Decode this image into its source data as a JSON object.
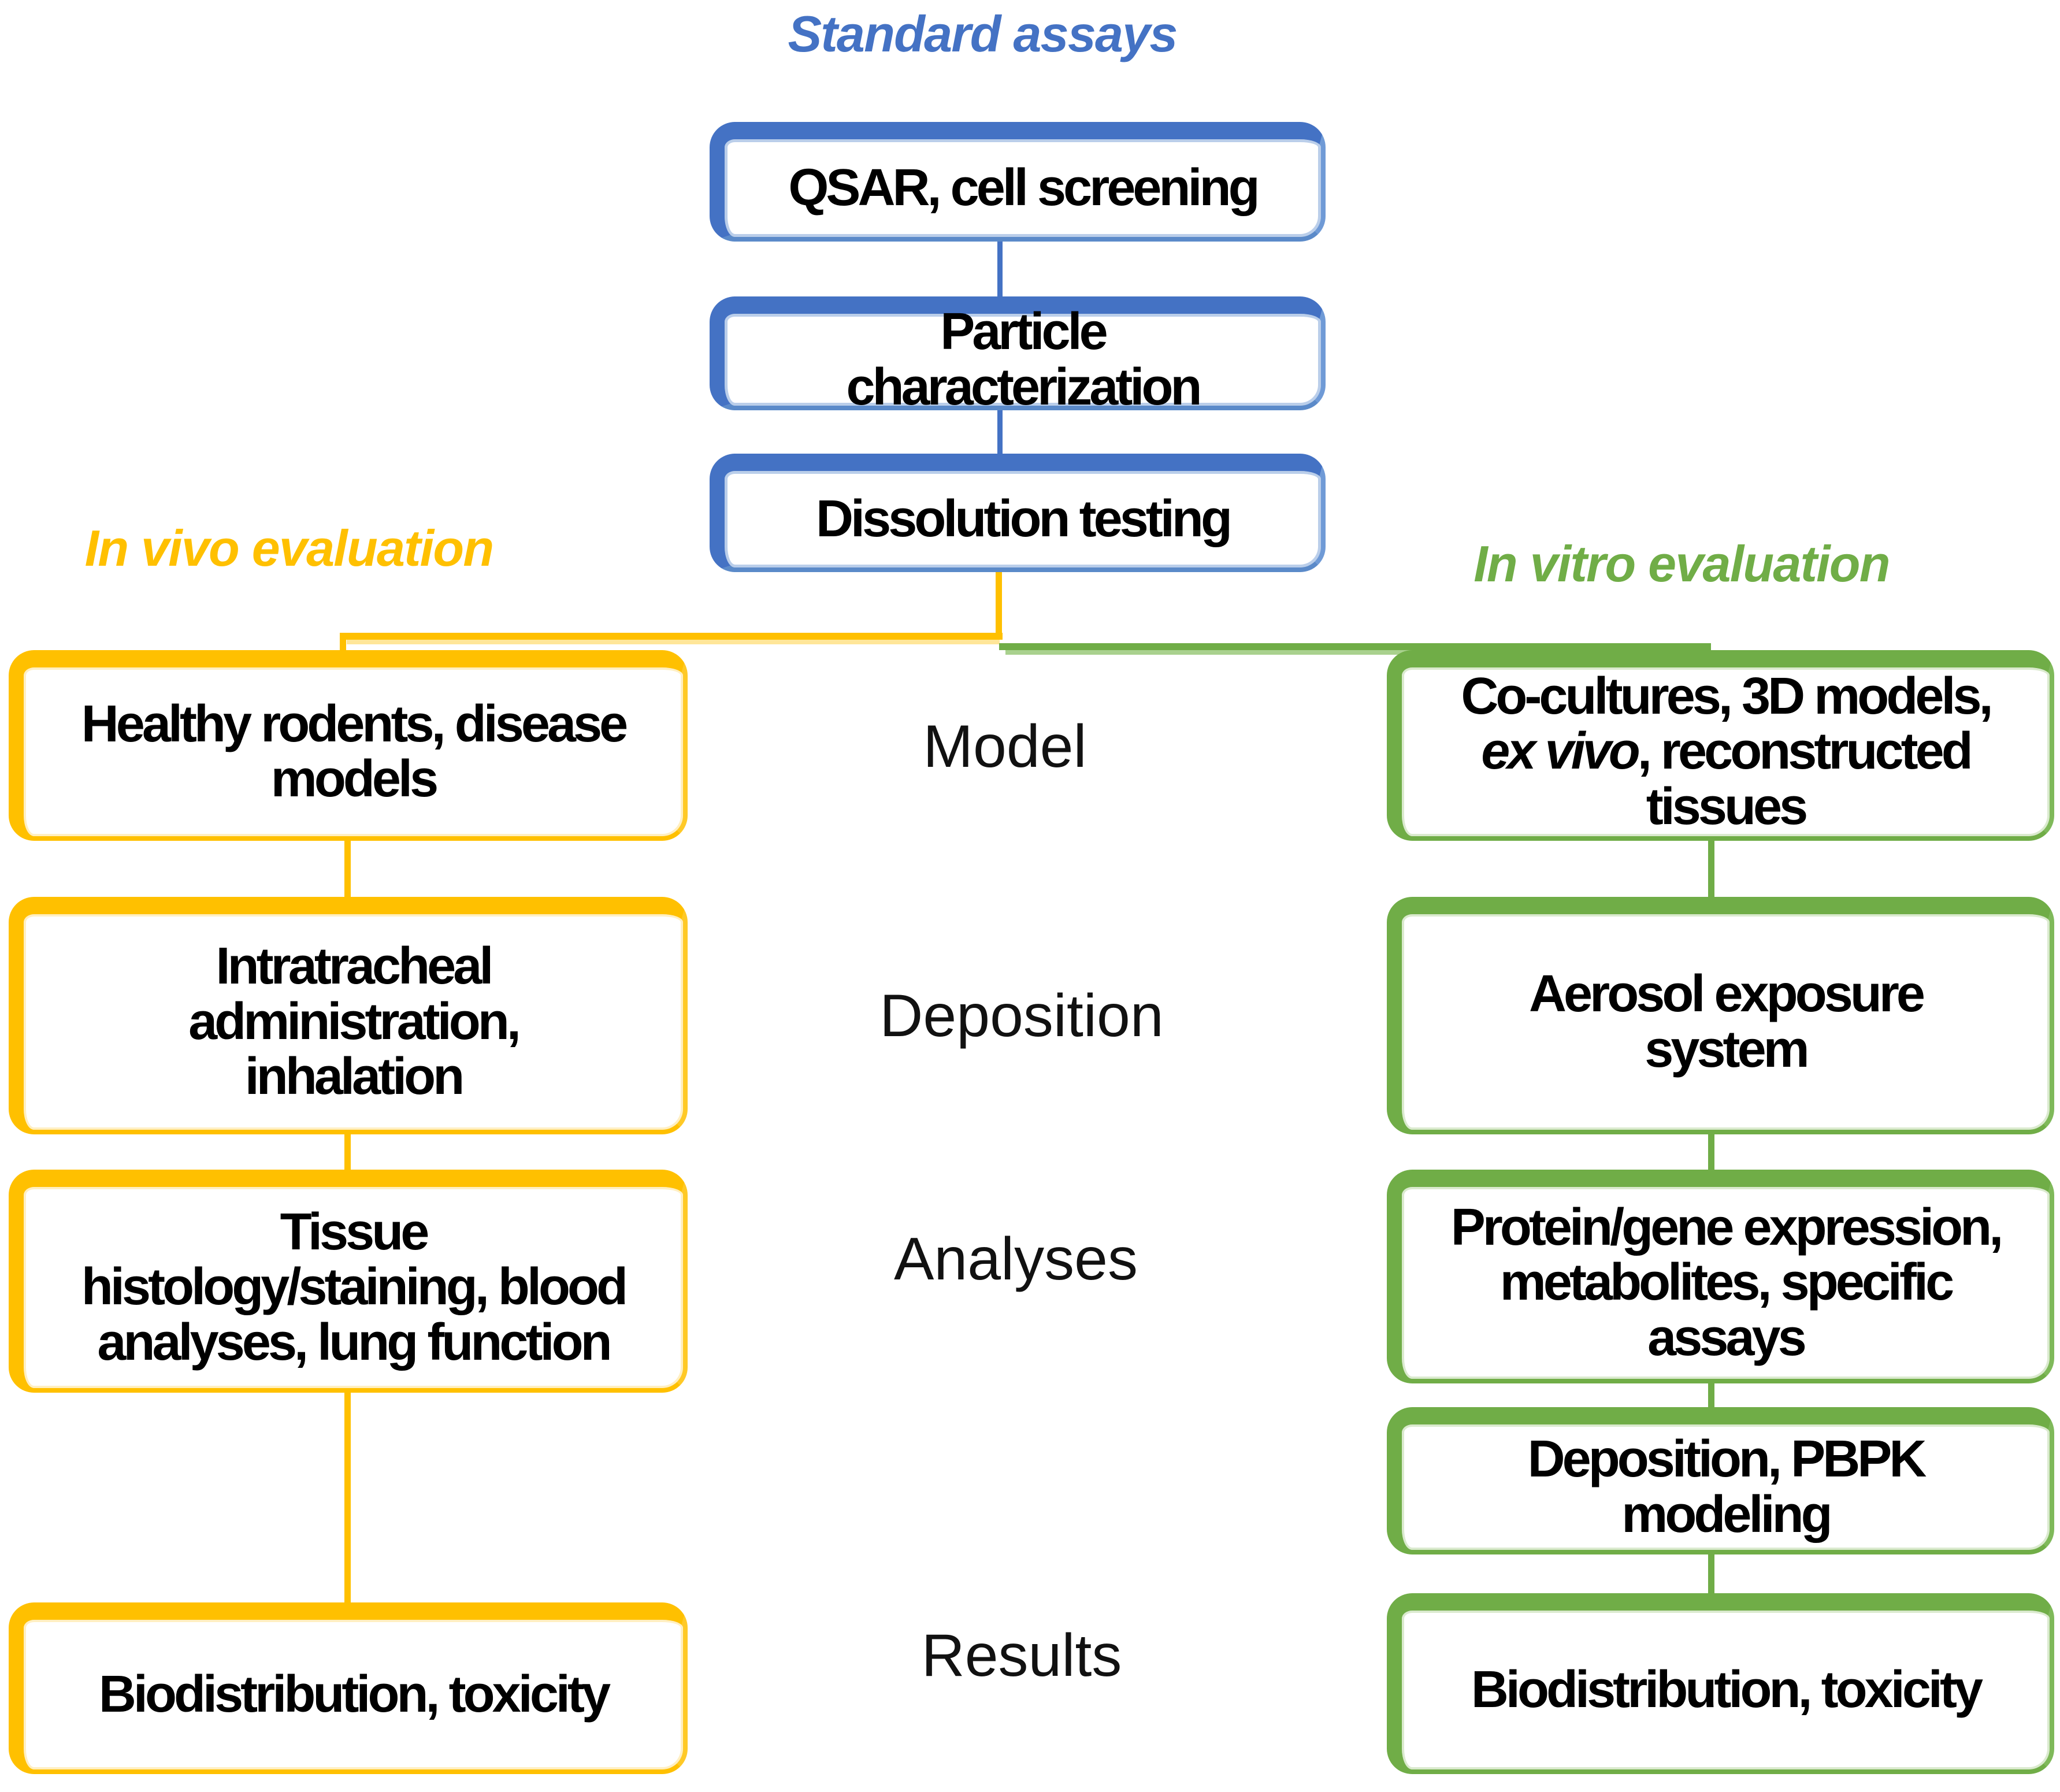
{
  "titles": {
    "standard": "Standard assays",
    "invivo": "In vivo evaluation",
    "invitro": "In vitro evaluation"
  },
  "row_labels": [
    "Model",
    "Deposition",
    "Analyses",
    "Results"
  ],
  "standard_chain": [
    {
      "label": "QSAR, cell screening"
    },
    {
      "label": "Particle\ncharacterization"
    },
    {
      "label": "Dissolution testing"
    }
  ],
  "invivo_chain": [
    {
      "label": "Healthy rodents, disease\nmodels"
    },
    {
      "label": "Intratracheal\nadministration,\ninhalation"
    },
    {
      "label": "Tissue\nhistology/staining, blood\nanalyses, lung function"
    },
    {
      "label": "Biodistribution, toxicity"
    }
  ],
  "invitro_chain": [
    {
      "line1": "Co-cultures, 3D models,",
      "line2_italic": "ex vivo",
      "line2_rest": ", reconstructed",
      "line3": "tissues"
    },
    {
      "label": "Aerosol exposure\nsystem"
    },
    {
      "label": "Protein/gene expression,\nmetabolites, specific\nassays"
    },
    {
      "label": "Deposition, PBPK\nmodeling"
    },
    {
      "label": "Biodistribution, toxicity"
    }
  ],
  "colors": {
    "blue": "#4472C4",
    "blue_light": "#6F9AD6",
    "yellow": "#FFC000",
    "yellow_light": "#FFE699",
    "green": "#70AD47",
    "green_light": "#A9D18E",
    "text": "#000000",
    "background": "#FFFFFF"
  }
}
